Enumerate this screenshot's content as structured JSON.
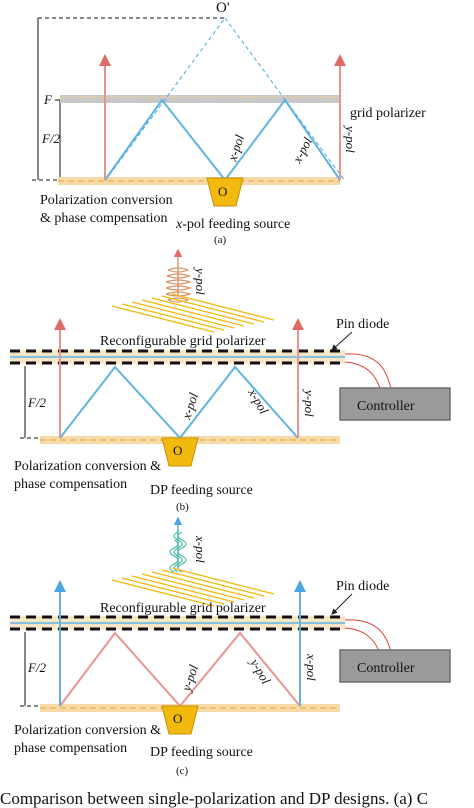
{
  "panel_a": {
    "focus_label": "O'",
    "f_label": "F",
    "f_half_label": "F/2",
    "grid_label": "grid polarizer",
    "xpol_1": "x-pol",
    "xpol_2": "x-pol",
    "ypol": "y-pol",
    "source_letter": "O",
    "conv_line1": "Polarization conversion",
    "conv_line2": "& phase compensation",
    "feed_prefix": "x",
    "feed_rest": "-pol feeding source",
    "caption": "(a)"
  },
  "panel_b": {
    "wave_label": "y-pol",
    "pin_diode": "Pin diode",
    "reconf_label": "Reconfigurable grid polarizer",
    "f_half_label": "F/2",
    "xpol_1": "x-pol",
    "xpol_2": "x-pol",
    "ypol": "y-pol",
    "controller": "Controller",
    "source_letter": "O",
    "conv_line1": "Polarization conversion &",
    "conv_line2": "phase compensation",
    "feed": "DP feeding source",
    "caption": "(b)"
  },
  "panel_c": {
    "wave_label": "x-pol",
    "pin_diode": "Pin diode",
    "reconf_label": "Reconfigurable grid polarizer",
    "f_half_label": "F/2",
    "ypol_1": "y-pol",
    "ypol_2": "y-pol",
    "xpol": "x-pol",
    "controller": "Controller",
    "source_letter": "O",
    "conv_line1": "Polarization conversion &",
    "conv_line2": "phase compensation",
    "feed": "DP feeding source",
    "caption": "(c)"
  },
  "footer_text": "Comparison between single-polarization and DP designs. (a) C",
  "colors": {
    "blue": "#5fb4e2",
    "red": "#e79591",
    "plate": "#f7d9a8",
    "grid_gray": "#c8c8c8",
    "source": "#f2b90e",
    "controller": "#9a9a9a",
    "wave_y": "#d6946a",
    "wave_x": "#46b9a8",
    "cable": "#d9423a"
  }
}
